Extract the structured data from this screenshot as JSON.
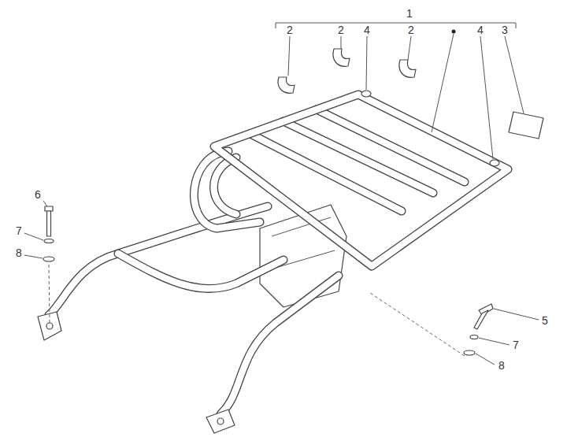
{
  "diagram": {
    "labels": [
      "1",
      "2",
      "2",
      "4",
      "2",
      "4",
      "3",
      "6",
      "7",
      "8",
      "5",
      "7",
      "8"
    ]
  }
}
